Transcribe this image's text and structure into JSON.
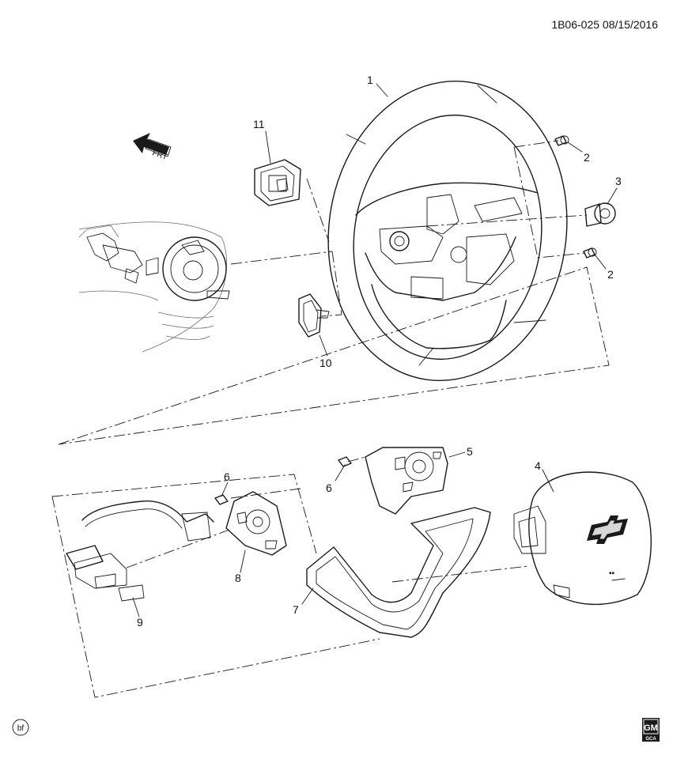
{
  "header": {
    "reference": "1B06-025  08/15/2016"
  },
  "front_indicator": {
    "label": "FRT"
  },
  "callouts": {
    "c1": "1",
    "c2a": "2",
    "c2b": "2",
    "c3": "3",
    "c4": "4",
    "c5": "5",
    "c6a": "6",
    "c6b": "6",
    "c7": "7",
    "c8": "8",
    "c9": "9",
    "c10": "10",
    "c11": "11"
  },
  "footer": {
    "badge": "bf",
    "logo_top": "GM",
    "logo_bottom": "GCA"
  }
}
